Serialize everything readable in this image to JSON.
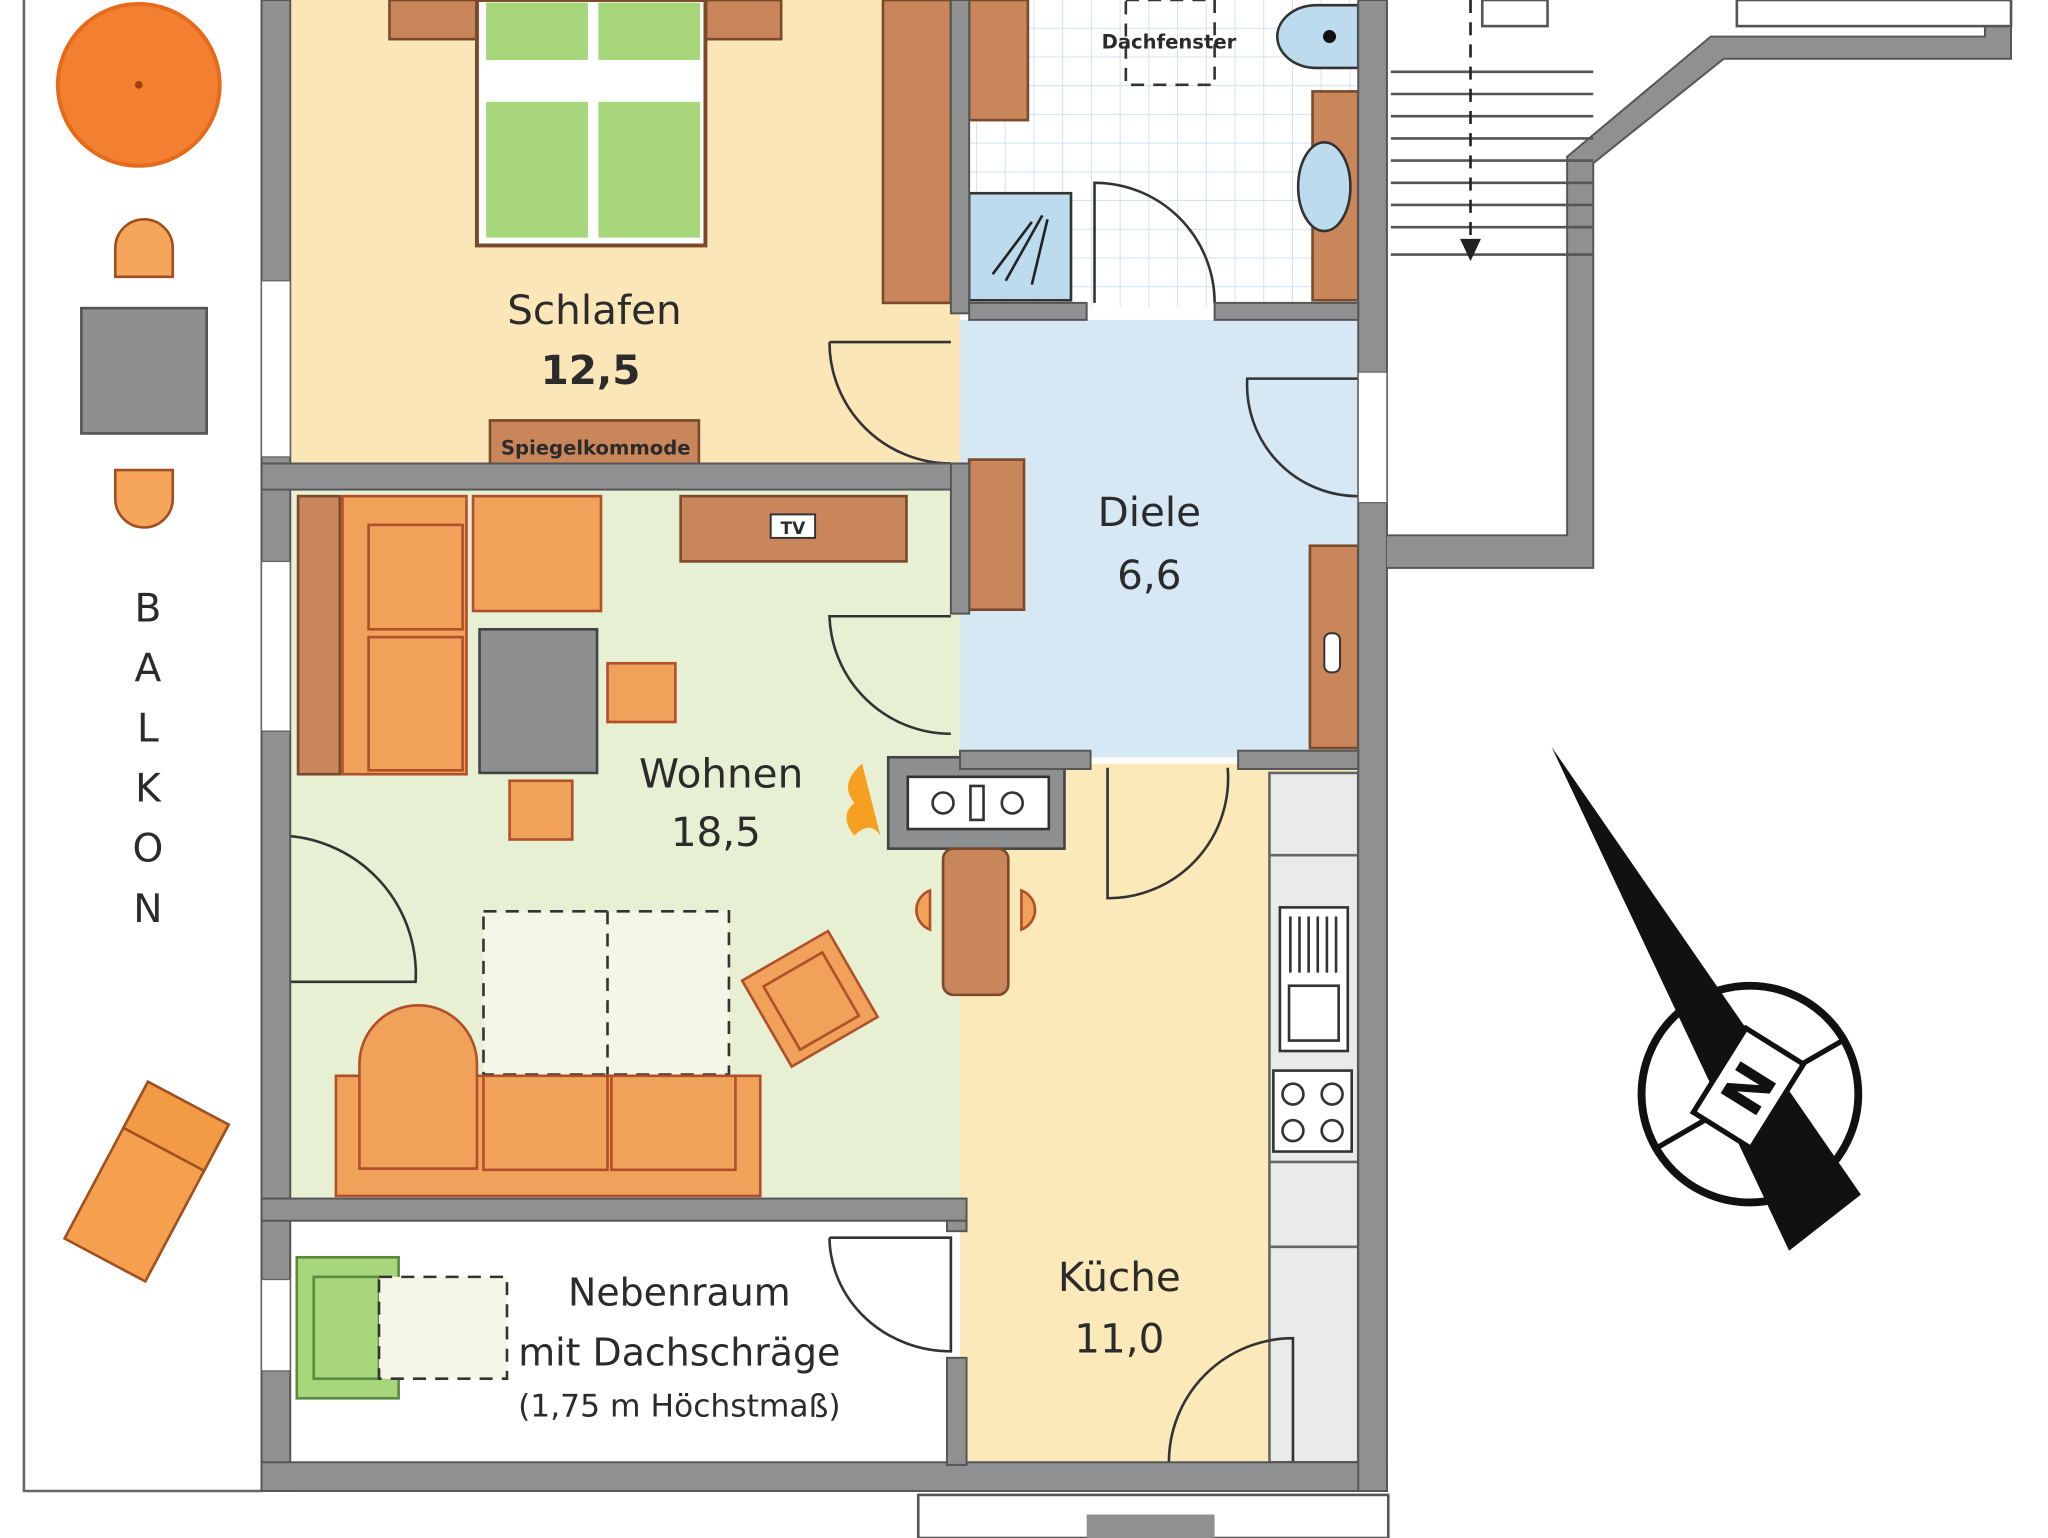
{
  "rooms": {
    "schlafen": {
      "name": "Schlafen",
      "area": "12,5"
    },
    "diele": {
      "name": "Diele",
      "area": "6,6"
    },
    "wohnen": {
      "name": "Wohnen",
      "area": "18,5"
    },
    "kueche": {
      "name": "Küche",
      "area": "11,0"
    },
    "nebenraum": {
      "line1": "Nebenraum",
      "line2": "mit Dachschräge",
      "line3": "(1,75 m Höchstmaß)"
    }
  },
  "labels": {
    "dachfenster": "Dachfenster",
    "spiegelkommode": "Spiegelkommode",
    "tv": "TV",
    "balkon": [
      "B",
      "A",
      "L",
      "K",
      "O",
      "N"
    ],
    "compass": "N"
  },
  "colors": {
    "schlafen": "#fbe6b8",
    "diele": "#d5e8f3",
    "wohnen": "#e7f0d3",
    "kueche": "#fbe9b9",
    "wall": "#8e9092"
  }
}
